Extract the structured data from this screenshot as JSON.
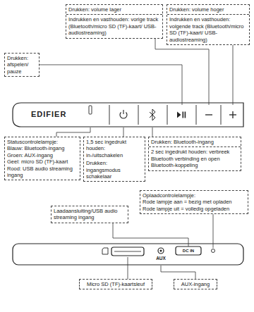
{
  "diagram": {
    "nodes": [
      {
        "text": [
          "Drukken: volume lager",
          "Indrukken en vasthouden: vorige track (Bluetooth/micro SD (TF)-kaart/ USB-audiostreaming)"
        ]
      },
      {
        "text": [
          "Drukken: volume hoger",
          "Indrukken en vasthouden: volgende track (Bluetooth/micro SD (TF)-kaart/ USB-audiostreaming)"
        ]
      },
      {
        "text": [
          "Drukken: afspelen/ pauze"
        ]
      },
      {
        "text": [
          "Statuscontrolelampje:",
          "Blauw: Bluetooth-ingang",
          "Groen: AUX-ingang",
          "Geel: micro SD (TF)-kaart",
          "Rood: USB audio streaming ingang"
        ]
      },
      {
        "text": [
          "1,5 sec ingedrukt houden: in-/uitschakelen",
          "Drukken: ingangsmodus schakelaar"
        ]
      },
      {
        "text": [
          "Drukken: Bluetooth-ingang",
          "2 sec ingedrukt houden: verbreek Bluetooth verbinding en open Bluetooth-koppeling"
        ]
      },
      {
        "text": [
          "Oplaadcontrolelampje:",
          "Rode lampje aan = bezig met opladen",
          "Rode lampje uit = volledig opgeladen"
        ]
      },
      {
        "text": [
          "Laadaansluiting/USB audio streaming ingang"
        ]
      },
      {
        "text": [
          "Micro SD (TF)-kaartsleuf"
        ]
      },
      {
        "text": [
          "AUX-ingang"
        ]
      }
    ],
    "labels": [
      "EDIFIER",
      "AUX",
      "DC IN"
    ]
  }
}
